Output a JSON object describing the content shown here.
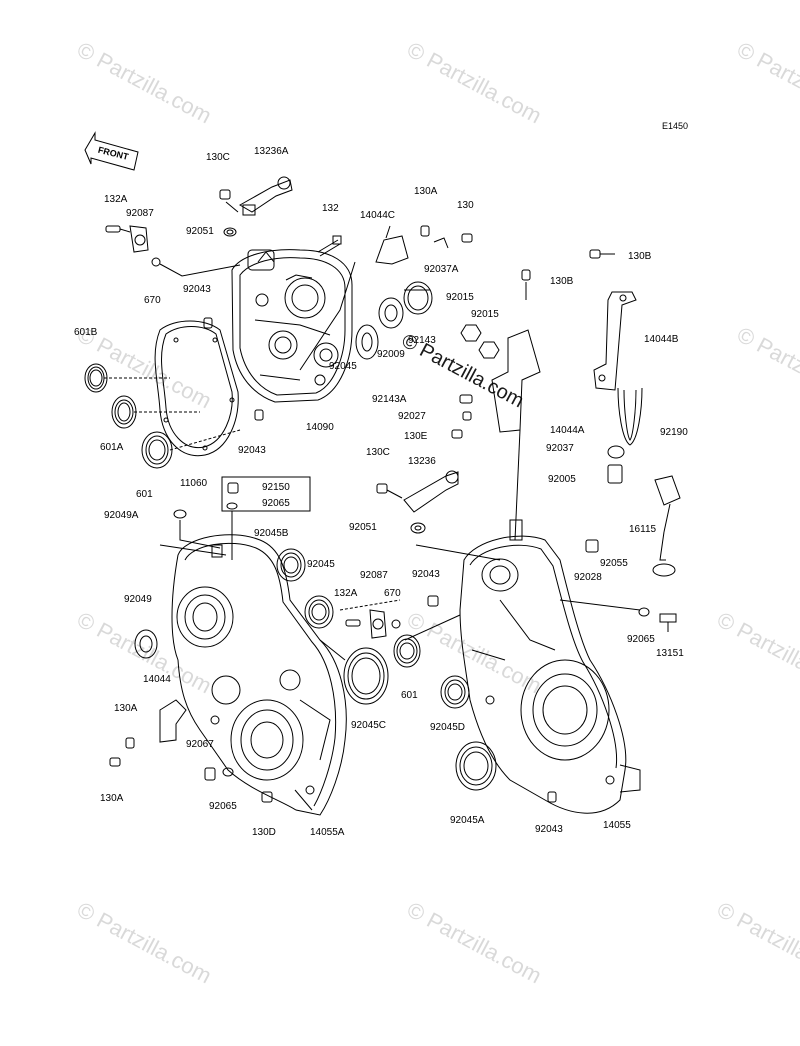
{
  "diagram": {
    "code": "E1450",
    "front_label": "FRONT",
    "watermark": "© Partzilla.com"
  },
  "parts": {
    "p130C_top": "130C",
    "p13236A": "13236A",
    "p132A_top": "132A",
    "p92087_top": "92087",
    "p92051_top": "92051",
    "p132": "132",
    "p14044C": "14044C",
    "p130A_top": "130A",
    "p130": "130",
    "p92037A": "92037A",
    "p670_top": "670",
    "p92043_a": "92043",
    "p601B": "601B",
    "p601A": "601A",
    "p601_left": "601",
    "p11060": "11060",
    "p92043_b": "92043",
    "p14090": "14090",
    "p92045_top": "92045",
    "p92009": "92009",
    "p92143": "92143",
    "p92015_a": "92015",
    "p92015_b": "92015",
    "p130B_top": "130B",
    "p130B": "130B",
    "p14044B": "14044B",
    "p92143A": "92143A",
    "p92027": "92027",
    "p14044A": "14044A",
    "p130E": "130E",
    "p92190": "92190",
    "p92037": "92037",
    "p130C_mid": "130C",
    "p13236": "13236",
    "p92005": "92005",
    "p92150": "92150",
    "p92065_mid": "92065",
    "p92049A": "92049A",
    "p92045B": "92045B",
    "p92051_mid": "92051",
    "p16115": "16115",
    "p92045_mid": "92045",
    "p92087_mid": "92087",
    "p92043_mid": "92043",
    "p92028": "92028",
    "p92055": "92055",
    "p92049": "92049",
    "p132A_mid": "132A",
    "p670_mid": "670",
    "p92065_right": "92065",
    "p13151": "13151",
    "p14044": "14044",
    "p601_mid": "601",
    "p130A_left": "130A",
    "p92045C": "92045C",
    "p92045D": "92045D",
    "p92067": "92067",
    "p130A_bottom": "130A",
    "p92065_bottom": "92065",
    "p130D": "130D",
    "p14055A": "14055A",
    "p92045A": "92045A",
    "p92043_bottom": "92043",
    "p14055": "14055"
  }
}
